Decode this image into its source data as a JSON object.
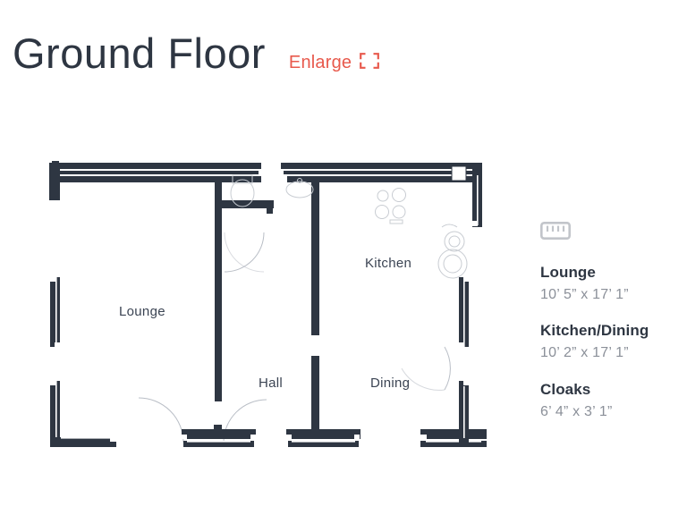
{
  "header": {
    "title": "Ground Floor",
    "enlarge_label": "Enlarge",
    "enlarge_icon": "expand-corners-icon",
    "accent_color": "#e8594c",
    "title_color": "#2e3642"
  },
  "plan": {
    "wall_color": "#2e3642",
    "fixture_color": "#c8ccd2",
    "door_arc_color": "#b9bec6",
    "room_labels": [
      {
        "name": "Lounge"
      },
      {
        "name": "Kitchen"
      },
      {
        "name": "Hall"
      },
      {
        "name": "Dining"
      }
    ],
    "fixtures": [
      {
        "name": "hob-burners",
        "count": 4
      },
      {
        "name": "kitchen-sink",
        "count": 1
      },
      {
        "name": "wc-toilet",
        "count": 1
      },
      {
        "name": "wash-basin",
        "count": 1
      },
      {
        "name": "boiler-cupboard",
        "count": 1
      }
    ]
  },
  "sidebar": {
    "icon": "ruler-icon",
    "icon_color": "#c2c5ca",
    "rooms": [
      {
        "name": "Lounge",
        "dimensions": "10’ 5” x 17’ 1”"
      },
      {
        "name": "Kitchen/Dining",
        "dimensions": "10’ 2” x 17’ 1”"
      },
      {
        "name": "Cloaks",
        "dimensions": "6’ 4” x 3’ 1”"
      }
    ]
  }
}
